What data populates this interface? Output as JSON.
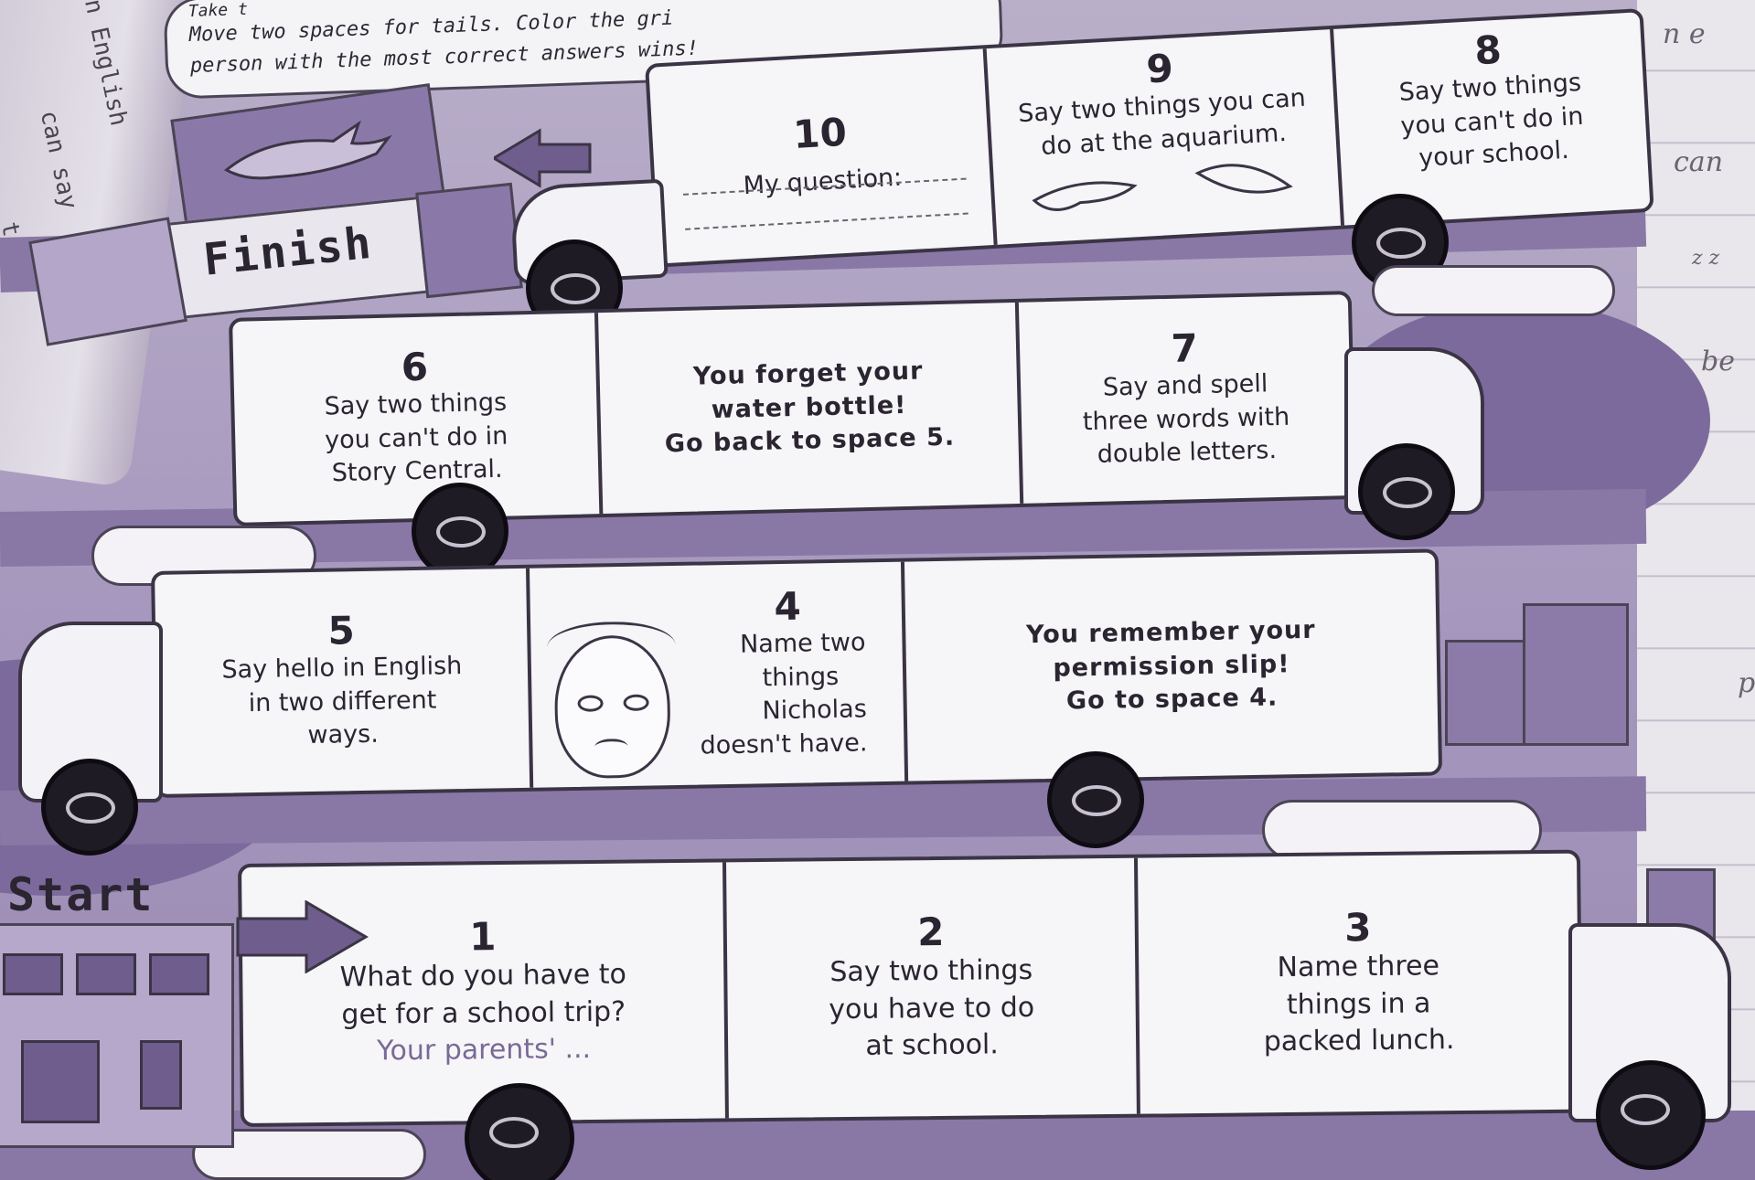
{
  "instructions": {
    "line1": "Take t",
    "line2": "Move two spaces for tails. Color the gri",
    "line3": "person with the most correct answers wins!"
  },
  "margin_left": [
    "in English",
    "can say",
    "to"
  ],
  "margin_right": [
    "n e",
    "can",
    "z z",
    "be",
    "p"
  ],
  "labels": {
    "finish": "Finish",
    "start": "Start"
  },
  "spaces": [
    {
      "num": "1",
      "text": [
        "What do you have to",
        "get for a school trip?",
        "Your parents' ..."
      ]
    },
    {
      "num": "2",
      "text": [
        "Say two things",
        "you have to do",
        "at school."
      ]
    },
    {
      "num": "3",
      "text": [
        "Name three",
        "things in a",
        "packed lunch."
      ]
    },
    {
      "num": "4",
      "text": [
        "Name two",
        "things",
        "Nicholas",
        "doesn't have."
      ]
    },
    {
      "num": "",
      "text": [
        "You remember your",
        "permission slip!",
        "Go to space 4."
      ]
    },
    {
      "num": "5",
      "text": [
        "Say hello in English",
        "in two different",
        "ways."
      ]
    },
    {
      "num": "6",
      "text": [
        "Say two things",
        "you can't do in",
        "Story Central."
      ]
    },
    {
      "num": "",
      "text": [
        "You forget your",
        "water bottle!",
        "Go back to space 5."
      ]
    },
    {
      "num": "7",
      "text": [
        "Say and spell",
        "three words with",
        "double letters."
      ]
    },
    {
      "num": "8",
      "text": [
        "Say two things",
        "you can't do in",
        "your school."
      ]
    },
    {
      "num": "9",
      "text": [
        "Say two things you can",
        "do at the aquarium."
      ]
    },
    {
      "num": "10",
      "text": [
        "My question:"
      ]
    }
  ]
}
